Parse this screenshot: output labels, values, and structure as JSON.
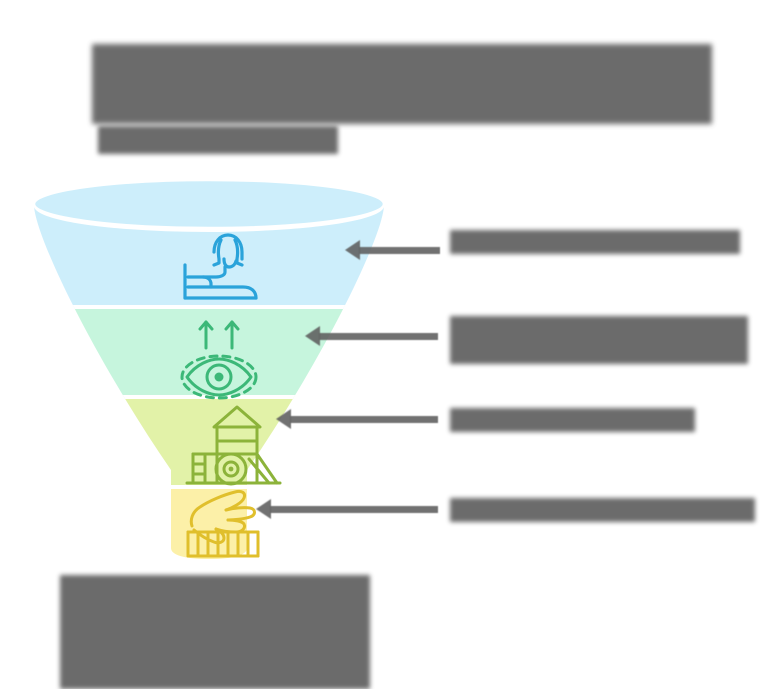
{
  "page": {
    "background": "#ffffff",
    "headline": "████████ ██████████ ███ ████ █████",
    "subtitle": "█████████ ████",
    "caption_line1": "███████ █████████",
    "caption_line2": "████ ██████"
  },
  "funnel": {
    "title": "conversion funnel diagram",
    "stages": [
      {
        "id": "stage-1",
        "icon": "person-in-bed-icon",
        "fill": "#cdeefb",
        "stroke": "#2aa3da",
        "label": "███████ █████████ ████",
        "label_lines": 2
      },
      {
        "id": "stage-2",
        "icon": "eye-with-up-arrows-icon",
        "fill": "#c6f5dd",
        "stroke": "#3cb878",
        "label": "███████ █████████ █████ ███████",
        "label_lines": 2
      },
      {
        "id": "stage-3",
        "icon": "playground-icon",
        "fill": "#e2f2a8",
        "stroke": "#8cb33a",
        "label": "██████████ ███████",
        "label_lines": 1
      },
      {
        "id": "stage-4",
        "icon": "hand-on-piano-keys-icon",
        "fill": "#fcf0a8",
        "stroke": "#e0bf2c",
        "label": "████ ████████ ███████",
        "label_lines": 1
      }
    ],
    "connector_color": "#5e5e5e",
    "divider_color": "#ffffff"
  },
  "chart_data": {
    "type": "funnel",
    "title": "████████ ██████████ ███ ████ █████",
    "categories": [
      "stage-1",
      "stage-2",
      "stage-3",
      "stage-4"
    ],
    "values": [
      100,
      68,
      45,
      30
    ],
    "colors": [
      "#cdeefb",
      "#c6f5dd",
      "#e2f2a8",
      "#fcf0a8"
    ],
    "legend": "right",
    "grid": false
  }
}
